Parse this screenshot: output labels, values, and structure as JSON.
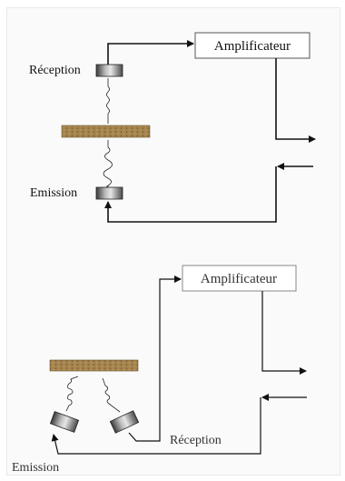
{
  "diagram_top": {
    "amplifier_label": "Amplificateur",
    "reception_label": "Réception",
    "emission_label": "Emission"
  },
  "diagram_bottom": {
    "amplifier_label": "Amplificateur",
    "reception_label": "Réception",
    "emission_label": "Emission"
  },
  "colors": {
    "sample": "#a5844e",
    "transducer_dark": "#4a4a4a",
    "transducer_light": "#d0d0d0",
    "line": "#111111"
  }
}
